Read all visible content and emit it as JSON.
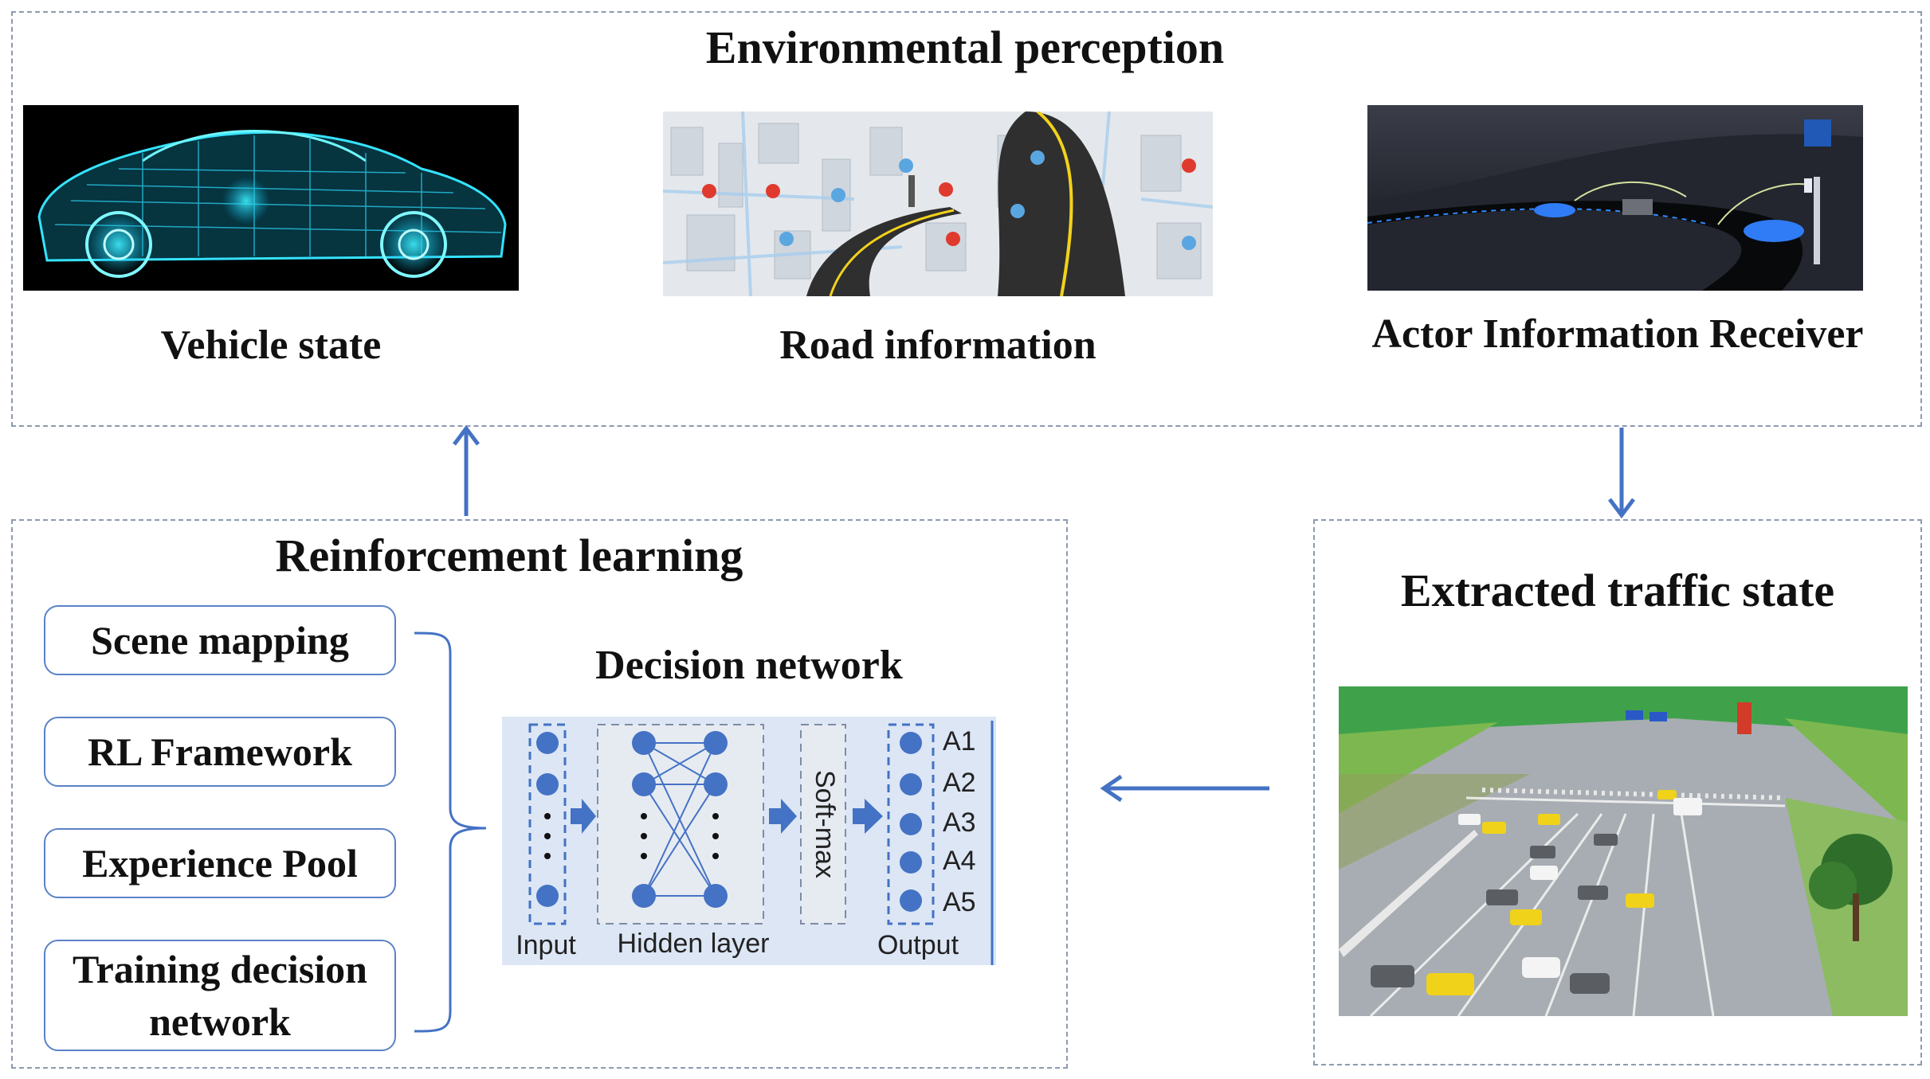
{
  "env": {
    "title": "Environmental perception",
    "items": [
      {
        "label": "Vehicle state",
        "icon": "wireframe-car-icon"
      },
      {
        "label": "Road information",
        "icon": "road-map-pins-icon"
      },
      {
        "label": "Actor Information Receiver",
        "icon": "v2x-highway-icon"
      }
    ]
  },
  "rl": {
    "title": "Reinforcement learning",
    "steps": [
      "Scene mapping",
      "RL Framework",
      "Experience Pool",
      "Training decision network"
    ],
    "network": {
      "title": "Decision network",
      "softmax": "Soft-max",
      "layers": [
        "Input",
        "Hidden layer",
        "Output"
      ],
      "actions": [
        "A1",
        "A2",
        "A3",
        "A4",
        "A5"
      ]
    }
  },
  "traffic": {
    "title": "Extracted traffic state",
    "icon": "intersection-traffic-icon"
  },
  "colors": {
    "arrow": "#4472c4",
    "dashed_border": "#8e9ab0",
    "network_bg": "#dce6f5",
    "node": "#4472c4"
  }
}
